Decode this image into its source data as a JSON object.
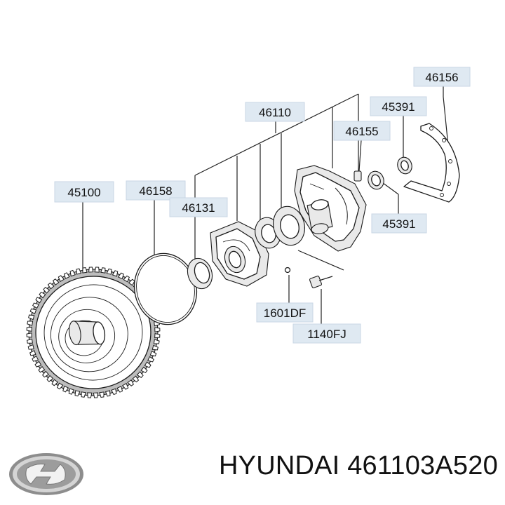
{
  "diagram": {
    "labels": {
      "p46156": "46156",
      "p46110": "46110",
      "p45391_top": "45391",
      "p46155": "46155",
      "p45100": "45100",
      "p46158": "46158",
      "p46131": "46131",
      "p45391_bottom": "45391",
      "p1601DF": "1601DF",
      "p1140FJ": "1140FJ"
    }
  },
  "footer": {
    "brand": "HYUNDAI",
    "part_number": "461103A520",
    "logo_icon": "hyundai-logo-icon"
  },
  "colors": {
    "label_background": "#dfe9f2",
    "text": "#111111"
  }
}
